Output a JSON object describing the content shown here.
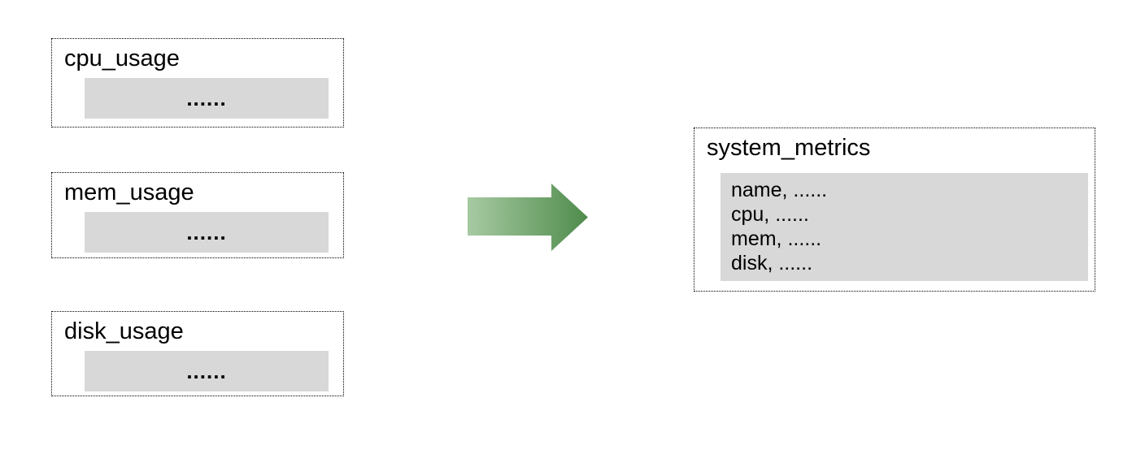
{
  "diagram": {
    "source_tables": [
      {
        "title": "cpu_usage",
        "placeholder": "......"
      },
      {
        "title": "mem_usage",
        "placeholder": "......"
      },
      {
        "title": "disk_usage",
        "placeholder": "......"
      }
    ],
    "result_table": {
      "title": "system_metrics",
      "rows": [
        "name, ......",
        "cpu, ......",
        "mem, ......",
        "disk, ......"
      ]
    },
    "arrow": {
      "direction": "right",
      "gradient_start": "#a7c9a2",
      "gradient_end": "#4f8c4c"
    },
    "colors": {
      "background": "#ffffff",
      "panel_fill": "#d8d8d8",
      "border": "#000000",
      "text": "#000000"
    }
  }
}
